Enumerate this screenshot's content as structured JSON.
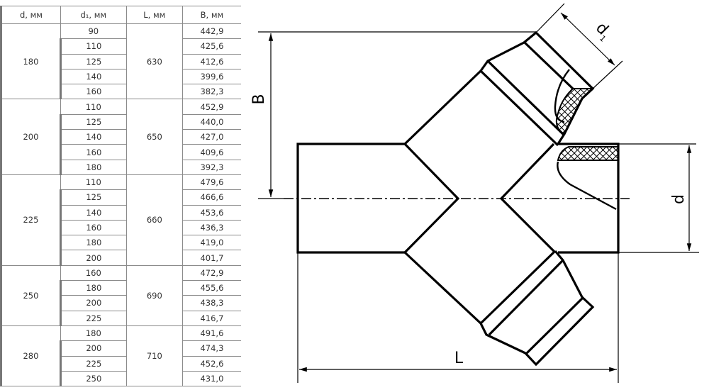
{
  "table": {
    "headers": [
      "d, мм",
      "d₁, мм",
      "L, мм",
      "B, мм"
    ],
    "groups": [
      {
        "d": "180",
        "L": "630",
        "rows": [
          [
            "90",
            "442,9"
          ],
          [
            "110",
            "425,6"
          ],
          [
            "125",
            "412,6"
          ],
          [
            "140",
            "399,6"
          ],
          [
            "160",
            "382,3"
          ]
        ]
      },
      {
        "d": "200",
        "L": "650",
        "rows": [
          [
            "110",
            "452,9"
          ],
          [
            "125",
            "440,0"
          ],
          [
            "140",
            "427,0"
          ],
          [
            "160",
            "409,6"
          ],
          [
            "180",
            "392,3"
          ]
        ]
      },
      {
        "d": "225",
        "L": "660",
        "rows": [
          [
            "110",
            "479,6"
          ],
          [
            "125",
            "466,6"
          ],
          [
            "140",
            "453,6"
          ],
          [
            "160",
            "436,3"
          ],
          [
            "180",
            "419,0"
          ],
          [
            "200",
            "401,7"
          ]
        ]
      },
      {
        "d": "250",
        "L": "690",
        "rows": [
          [
            "160",
            "472,9"
          ],
          [
            "180",
            "455,6"
          ],
          [
            "200",
            "438,3"
          ],
          [
            "225",
            "416,7"
          ]
        ]
      },
      {
        "d": "280",
        "L": "710",
        "rows": [
          [
            "180",
            "491,6"
          ],
          [
            "200",
            "474,3"
          ],
          [
            "225",
            "452,6"
          ],
          [
            "250",
            "431,0"
          ]
        ]
      }
    ]
  },
  "drawing": {
    "label_B": "B",
    "label_d": "d",
    "label_d1": "d",
    "label_d1_sub": "1",
    "label_L": "L"
  }
}
